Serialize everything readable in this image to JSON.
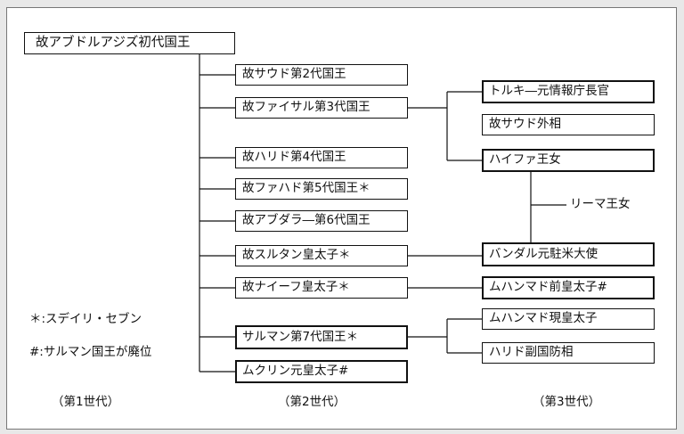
{
  "root": "故アブドルアジズ初代国王",
  "second_gen": [
    "故サウド第2代国王",
    "故ファイサル第3代国王",
    "故ハリド第4代国王",
    "故ファハド第5代国王＊",
    "故アブダラ―第6代国王",
    "故スルタン皇太子＊",
    "故ナイーフ皇太子＊",
    "サルマン第7代国王＊",
    "ムクリン元皇太子#"
  ],
  "third_gen": [
    "トルキ―元情報庁長官",
    "故サウド外相",
    "ハイファ王女",
    "バンダル元駐米大使",
    "ムハンマド前皇太子#",
    "ムハンマド現皇太子",
    "ハリド副国防相"
  ],
  "spouse_label": "リーマ王女",
  "legend": {
    "star": "＊:スデイリ・セブン",
    "hash": "#:サルマン国王が廃位"
  },
  "generation_labels": [
    "（第1世代）",
    "（第2世代）",
    "（第3世代）"
  ]
}
